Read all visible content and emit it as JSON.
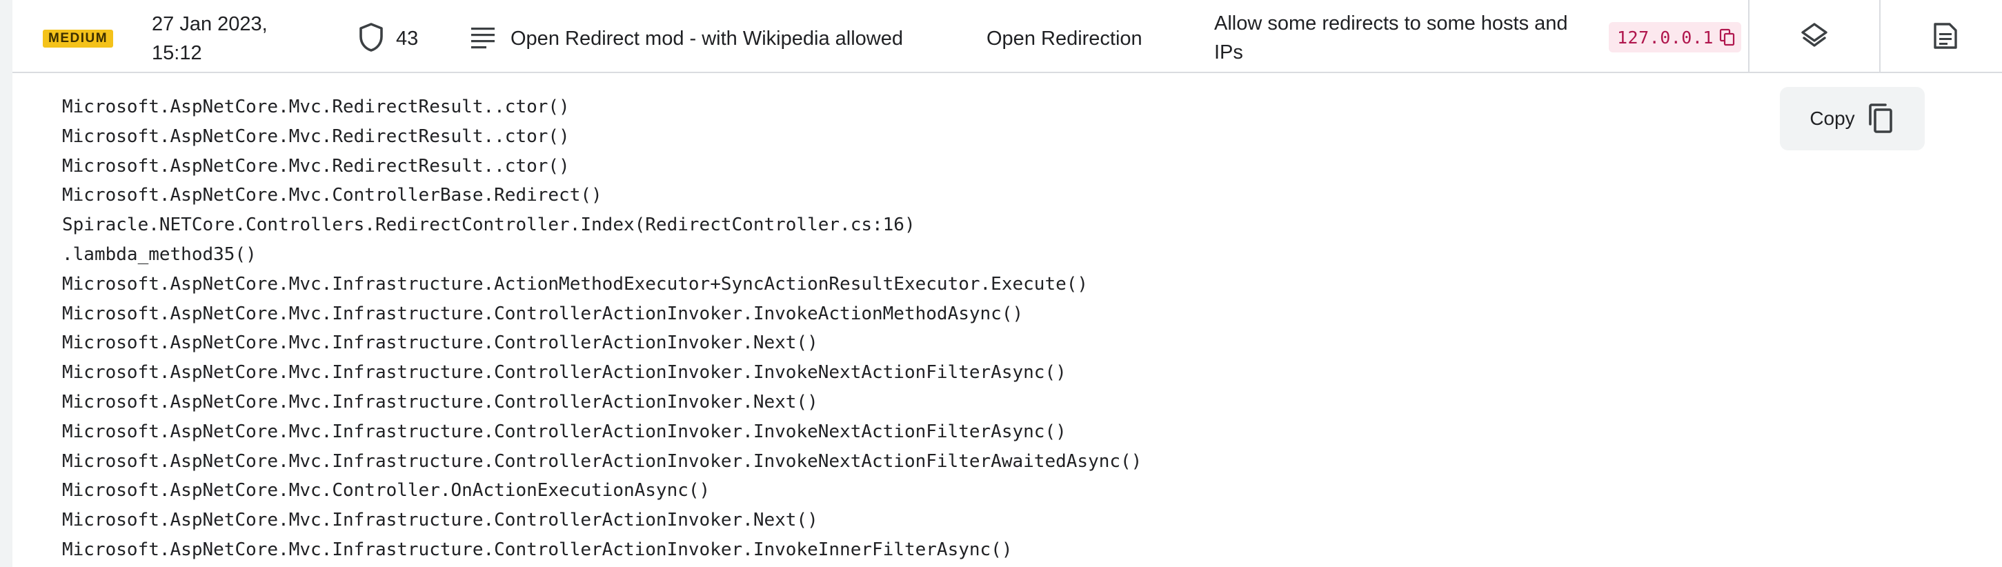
{
  "finding": {
    "severity": "MEDIUM",
    "datetime": "27 Jan 2023, 15:12",
    "count": "43",
    "rule_name": "Open Redirect mod - with Wikipedia allowed",
    "category": "Open Redirection",
    "description": "Allow some redirects to some hosts and IPs",
    "ip": "127.0.0.1",
    "icons": {
      "shield": "shield-icon",
      "notes": "notes-icon",
      "ip_copy": "copy-icon",
      "layers": "layers-icon",
      "document": "document-icon"
    },
    "colors": {
      "severity_bg": "#f4c21a",
      "ip_bg": "#fce8ee",
      "ip_text": "#b0164d"
    }
  },
  "stack_trace": {
    "copy_label": "Copy",
    "lines": [
      "Microsoft.AspNetCore.Mvc.RedirectResult..ctor()",
      "Microsoft.AspNetCore.Mvc.RedirectResult..ctor()",
      "Microsoft.AspNetCore.Mvc.RedirectResult..ctor()",
      "Microsoft.AspNetCore.Mvc.ControllerBase.Redirect()",
      "Spiracle.NETCore.Controllers.RedirectController.Index(RedirectController.cs:16)",
      ".lambda_method35()",
      "Microsoft.AspNetCore.Mvc.Infrastructure.ActionMethodExecutor+SyncActionResultExecutor.Execute()",
      "Microsoft.AspNetCore.Mvc.Infrastructure.ControllerActionInvoker.InvokeActionMethodAsync()",
      "Microsoft.AspNetCore.Mvc.Infrastructure.ControllerActionInvoker.Next()",
      "Microsoft.AspNetCore.Mvc.Infrastructure.ControllerActionInvoker.InvokeNextActionFilterAsync()",
      "Microsoft.AspNetCore.Mvc.Infrastructure.ControllerActionInvoker.Next()",
      "Microsoft.AspNetCore.Mvc.Infrastructure.ControllerActionInvoker.InvokeNextActionFilterAsync()",
      "Microsoft.AspNetCore.Mvc.Infrastructure.ControllerActionInvoker.InvokeNextActionFilterAwaitedAsync()",
      "Microsoft.AspNetCore.Mvc.Controller.OnActionExecutionAsync()",
      "Microsoft.AspNetCore.Mvc.Infrastructure.ControllerActionInvoker.Next()",
      "Microsoft.AspNetCore.Mvc.Infrastructure.ControllerActionInvoker.InvokeInnerFilterAsync()"
    ]
  }
}
